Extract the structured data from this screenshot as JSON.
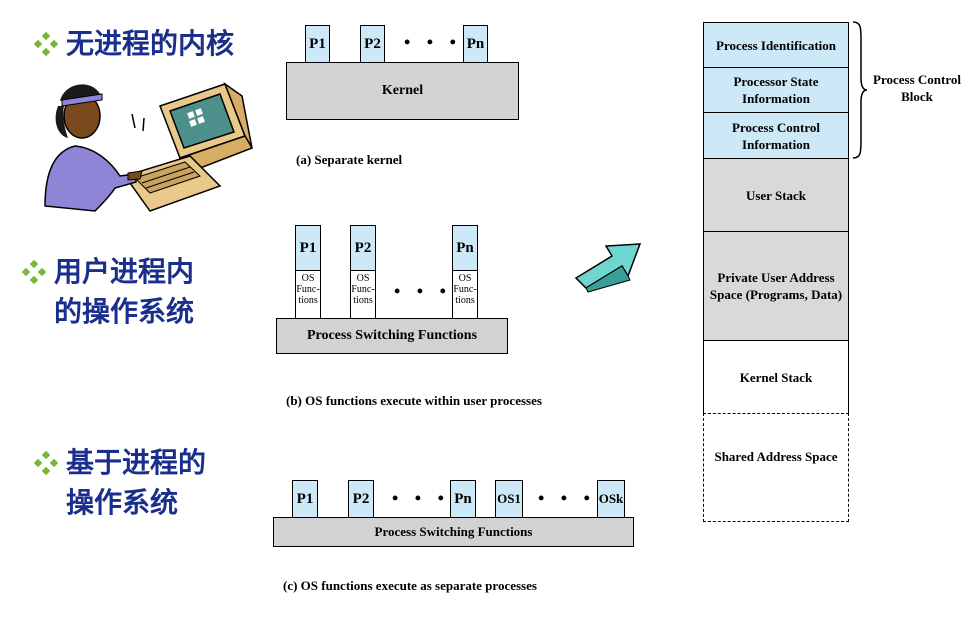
{
  "bullets": {
    "b1": "无进程的内核",
    "b2": "用户进程内\n的操作系统",
    "b3": "基于进程的\n操作系统"
  },
  "diagram_a": {
    "processes": [
      "P1",
      "P2",
      "Pn"
    ],
    "dots": "• • •",
    "kernel": "Kernel",
    "caption": "(a) Separate kernel"
  },
  "diagram_b": {
    "processes": [
      "P1",
      "P2",
      "Pn"
    ],
    "os_functions": "OS\nFunc-\ntions",
    "dots": "• • •",
    "bar": "Process Switching Functions",
    "caption": "(b) OS functions execute within user processes"
  },
  "diagram_c": {
    "boxes": [
      "P1",
      "P2",
      "Pn",
      "OS1",
      "OSk"
    ],
    "dots": "• • •",
    "bar": "Process Switching Functions",
    "caption": "(c) OS functions execute as separate processes"
  },
  "pcb_stack": {
    "items": [
      "Process Identification",
      "Processor State Information",
      "Process Control Information",
      "User Stack",
      "Private User Address Space (Programs, Data)",
      "Kernel Stack",
      "Shared Address Space"
    ],
    "brace_label": "Process Control Block"
  },
  "colors": {
    "bullet_text": "#1a2f8c",
    "diamond": "#7ab838",
    "process_box": "#cde9f7",
    "bar": "#d2d2d2",
    "arrow": "#6fd6cf"
  }
}
